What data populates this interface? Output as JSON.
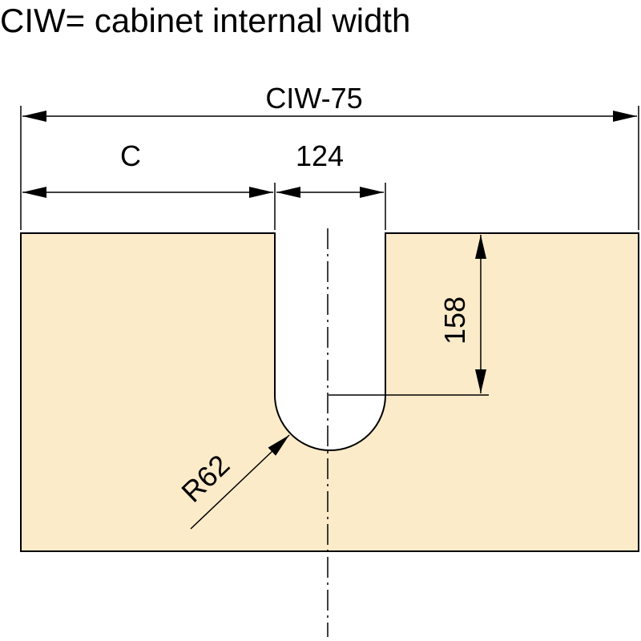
{
  "title": "CIW= cabinet internal width",
  "dimensions": {
    "overall_width": "CIW-75",
    "offset": "C",
    "slot_width": "124",
    "slot_depth": "158",
    "slot_radius": "R62"
  },
  "colors": {
    "panel_fill": "#fcebc9",
    "line": "#000000",
    "background": "#ffffff"
  }
}
